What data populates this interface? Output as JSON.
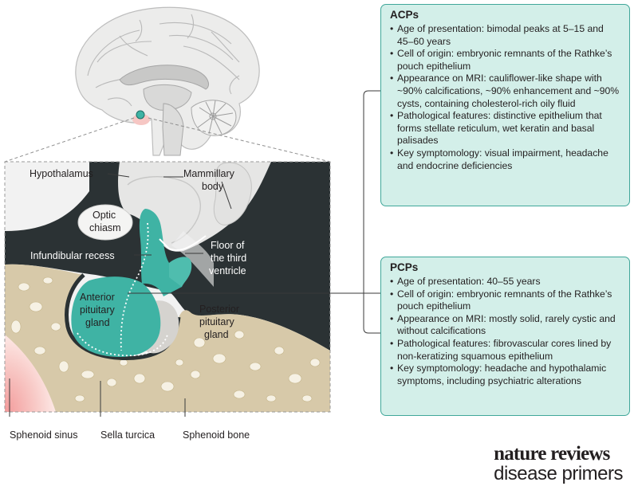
{
  "diagram": {
    "labels": {
      "hypothalamus": "Hypothalamus",
      "mammillary_1": "Mammillary",
      "mammillary_2": "body",
      "optic_1": "Optic",
      "optic_2": "chiasm",
      "floor_1": "Floor of",
      "floor_2": "the third",
      "floor_3": "ventricle",
      "infundibular": "Infundibular recess",
      "anterior_1": "Anterior",
      "anterior_2": "pituitary",
      "anterior_3": "gland",
      "posterior_1": "Posterior",
      "posterior_2": "pituitary",
      "posterior_3": "gland"
    },
    "bottom_labels": {
      "sphenoid_sinus": "Sphenoid sinus",
      "sella_turcica": "Sella turcica",
      "sphenoid_bone": "Sphenoid bone"
    },
    "colors": {
      "teal": "#3fb3a4",
      "dark": "#2b3234",
      "bone": "#d7c9a9",
      "sinus_pink": "#f6c2c0",
      "brain_grey": "#e9e9e8"
    }
  },
  "acps": {
    "title": "ACPs",
    "items": [
      "Age of presentation: bimodal peaks at 5–15 and 45–60 years",
      "Cell of origin: embryonic remnants of the Rathke’s pouch epithelium",
      "Appearance on MRI: cauliflower-like shape with ~90% calcifications, ~90% enhancement and ~90% cysts, containing cholesterol-rich oily fluid",
      "Pathological features: distinctive epithelium that forms stellate reticulum, wet keratin and basal palisades",
      " Key symptomology: visual impairment, headache and endocrine deficiencies"
    ]
  },
  "pcps": {
    "title": "PCPs",
    "items": [
      "Age of presentation: 40–55 years",
      "Cell of origin: embryonic remnants of the Rathke’s pouch epithelium",
      "Appearance on MRI: mostly solid, rarely cystic and without calcifications",
      "Pathological features: fibrovascular cores lined by non-keratizing squamous epithelium",
      "Key symptomology: headache and hypothalamic symptoms, including psychiatric alterations"
    ]
  },
  "bullet": "•",
  "logo": {
    "line1": "nature reviews",
    "line2": "disease primers"
  },
  "box_colors": {
    "fill": "#d3efe9",
    "border": "#40a79a"
  }
}
